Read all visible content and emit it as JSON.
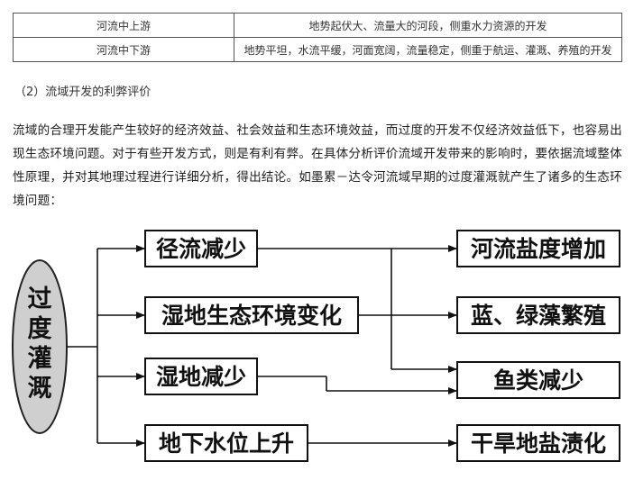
{
  "table": {
    "rows": [
      {
        "label": "河流中上游",
        "desc": "地势起伏大、流量大的河段，侧重水力资源的开发"
      },
      {
        "label": "河流中下游",
        "desc": "地势平坦，水流平缓，河面宽阔，流量稳定，侧重于航运、灌溉、养殖的开发"
      }
    ]
  },
  "section_title": "（2）流域开发的利弊评价",
  "paragraph": "流域的合理开发能产生较好的经济效益、社会效益和生态环境效益，而过度的开发不仅经济效益低下，也容易出现生态环境问题。对于有些开发方式，则是有利有弊。在具体分析评价流域开发带来的影响时，要依据流域整体性原理，并对其地理过程进行详细分析，得出结论。如墨累－达令河流域早期的过度灌溉就产生了诸多的生态环境问题：",
  "diagram": {
    "source": [
      "过",
      "度",
      "灌",
      "溉"
    ],
    "middle": [
      "径流减少",
      "湿地生态环境变化",
      "湿地减少",
      "地下水位上升"
    ],
    "results": [
      "河流盐度增加",
      "蓝、绿藻繁殖",
      "鱼类减少",
      "干旱地盐渍化"
    ]
  }
}
